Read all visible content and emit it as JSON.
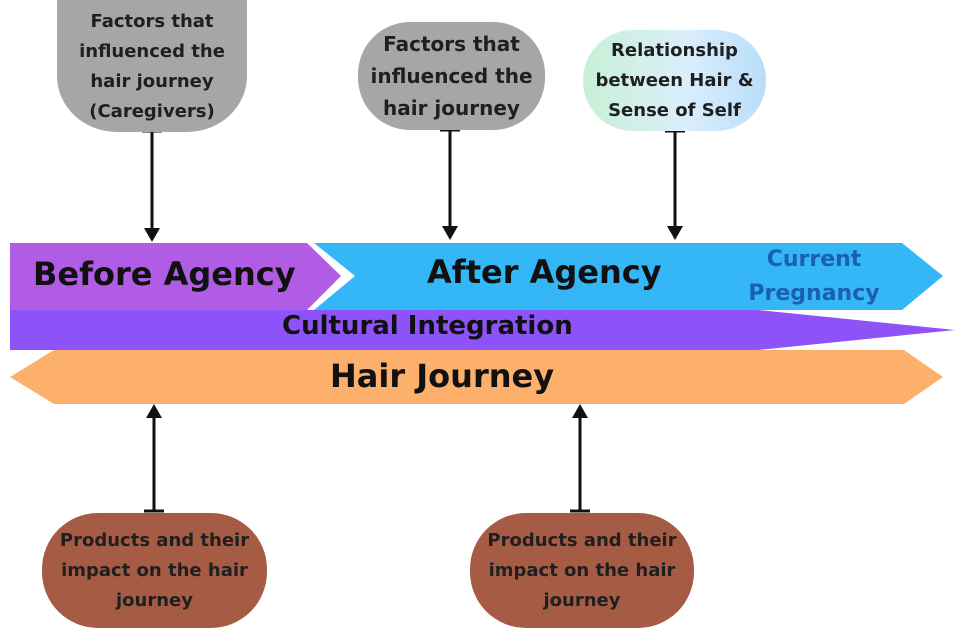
{
  "boxes": {
    "factors_caregivers": "Factors that\ninfluenced the\nhair journey\n(Caregivers)",
    "factors_after": "Factors that\ninfluenced the\nhair journey",
    "relationship": "Relationship\nbetween Hair &\nSense of Self",
    "products_left": "Products and their\nimpact on the hair\njourney",
    "products_right": "Products and their\nimpact on the hair\njourney"
  },
  "bands": {
    "before_agency": "Before Agency",
    "after_agency": "After Agency",
    "current_pregnancy": "Current\nPregnancy",
    "cultural_integration": "Cultural Integration",
    "hair_journey": "Hair Journey"
  },
  "colors": {
    "before_agency": "#b05ce5",
    "after_agency": "#35b7f7",
    "cultural_integration": "#8e52f9",
    "hair_journey": "#fcb06c",
    "factor_box": "#a6a6a6",
    "product_box": "#a65c44",
    "current_pregnancy_text": "#1b5fb3"
  }
}
